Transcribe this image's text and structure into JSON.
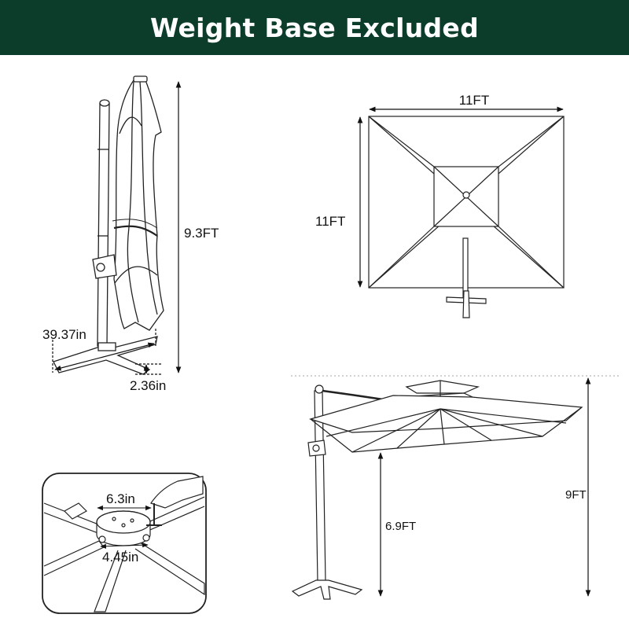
{
  "banner": {
    "title": "Weight Base Excluded",
    "background": "#0b3d2a",
    "text_color": "#ffffff"
  },
  "folded_view": {
    "height_label": "9.3FT",
    "base_width_label": "39.37in",
    "base_height_label": "2.36in"
  },
  "top_view": {
    "width_label": "11FT",
    "depth_label": "11FT"
  },
  "open_view": {
    "clearance_label": "6.9FT",
    "total_height_label": "9FT"
  },
  "base_detail": {
    "plate_width_label": "6.3in",
    "plate_height_label": "4.45in"
  }
}
